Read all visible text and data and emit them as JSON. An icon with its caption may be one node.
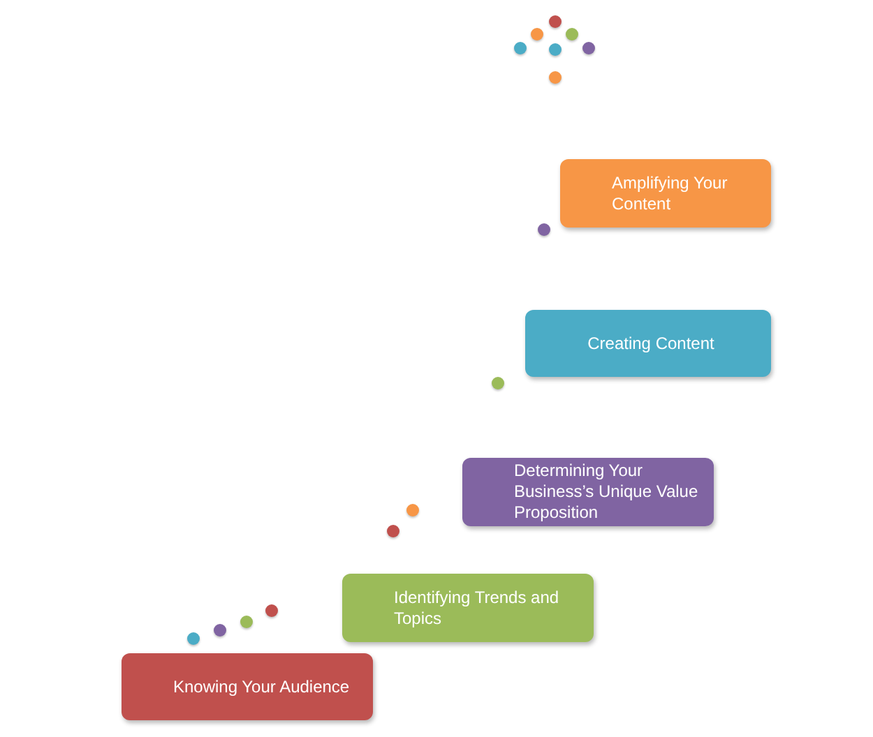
{
  "diagram": {
    "nodes": [
      {
        "text": [
          "Amplifying Your Content"
        ]
      },
      {
        "text": [
          "Creating Content"
        ]
      },
      {
        "text": [
          "Determining Your Business’s Unique Value Proposition"
        ]
      },
      {
        "text": [
          "Identifying Trends and Topics"
        ]
      },
      {
        "text": [
          "Knowing Your Audience"
        ]
      }
    ]
  }
}
